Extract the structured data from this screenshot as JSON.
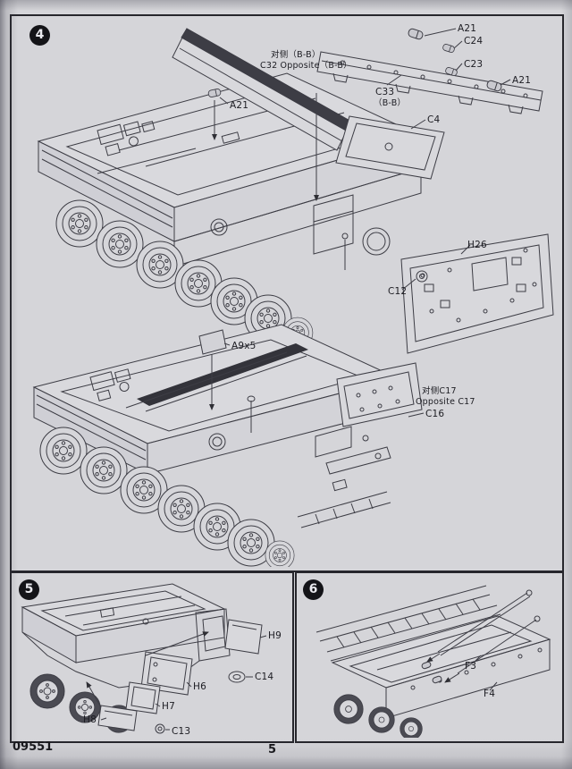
{
  "page": {
    "kit_number": "09551",
    "page_number": "5"
  },
  "steps": {
    "step4": {
      "number": "4",
      "labels": {
        "a21_top": "A21",
        "c24": "C24",
        "c23": "C23",
        "a21_right": "A21",
        "c33": "C33",
        "c33_sub": "（B-B）",
        "c32_cn": "对侧（B-B）",
        "c32_en": "C32 Opposite（B-B）",
        "a21_left": "A21",
        "c4": "C4",
        "h26": "H26",
        "c12": "C12",
        "a9x5": "A9x5",
        "c17_cn": "对侧C17",
        "c17_en": "Opposite C17",
        "c16": "C16"
      }
    },
    "step5": {
      "number": "5",
      "labels": {
        "h9": "H9",
        "c14": "C14",
        "h6": "H6",
        "h7": "H7",
        "h8": "H8",
        "c13": "C13"
      }
    },
    "step6": {
      "number": "6",
      "labels": {
        "f3": "F3",
        "f4": "F4"
      }
    }
  },
  "colors": {
    "paper": "#d5d5d9",
    "line": "#3d3d45",
    "frame": "#26262c"
  }
}
